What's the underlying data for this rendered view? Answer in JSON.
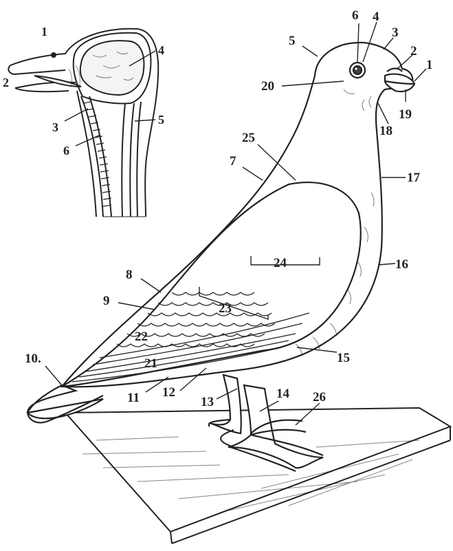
{
  "inset": {
    "title": "1",
    "labels": {
      "l2": "2",
      "l3": "3",
      "l4": "4",
      "l5": "5",
      "l6": "6"
    }
  },
  "main": {
    "labels": {
      "l1": "1",
      "l2": "2",
      "l3": "3",
      "l4": "4",
      "l5": "5",
      "l6": "6",
      "l7": "7",
      "l8": "8",
      "l9": "9",
      "l10": "10.",
      "l11": "11",
      "l12": "12",
      "l13": "13",
      "l14": "14",
      "l15": "15",
      "l16": "16",
      "l17": "17",
      "l18": "18",
      "l19": "19",
      "l20": "20",
      "l21": "21",
      "l22": "22",
      "l23": "23",
      "l24": "24",
      "l25": "25",
      "l26": "26"
    }
  },
  "colors": {
    "ink": "#222222",
    "paper": "#ffffff"
  }
}
